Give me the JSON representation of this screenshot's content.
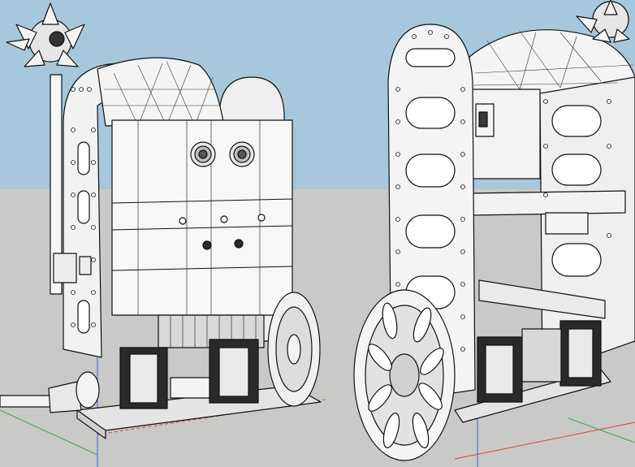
{
  "scene": {
    "sky_color": "#a7c7dc",
    "ground_color": "#c9c9c7",
    "line_color": "#111111",
    "part_fill": "#f4f4f4",
    "shade_fill": "#d9d9d9",
    "dark_fill": "#2a2a2a",
    "axis_red": "#d24b3a",
    "axis_green": "#3fa64a",
    "axis_blue": "#3a5ed0"
  },
  "models": [
    {
      "name": "robot-front-view",
      "parts": [
        "side-frame-plates",
        "dome-cover",
        "front-face-panel",
        "eye-sensors",
        "led-indicators",
        "stepper-motors",
        "drive-wheel",
        "mace-arm",
        "axle-shaft"
      ]
    },
    {
      "name": "robot-rear-view",
      "parts": [
        "side-frame-plates",
        "dome-cover",
        "circuit-boards",
        "shelf-platform",
        "stepper-motors",
        "spoked-wheel",
        "mace-ball"
      ]
    }
  ]
}
